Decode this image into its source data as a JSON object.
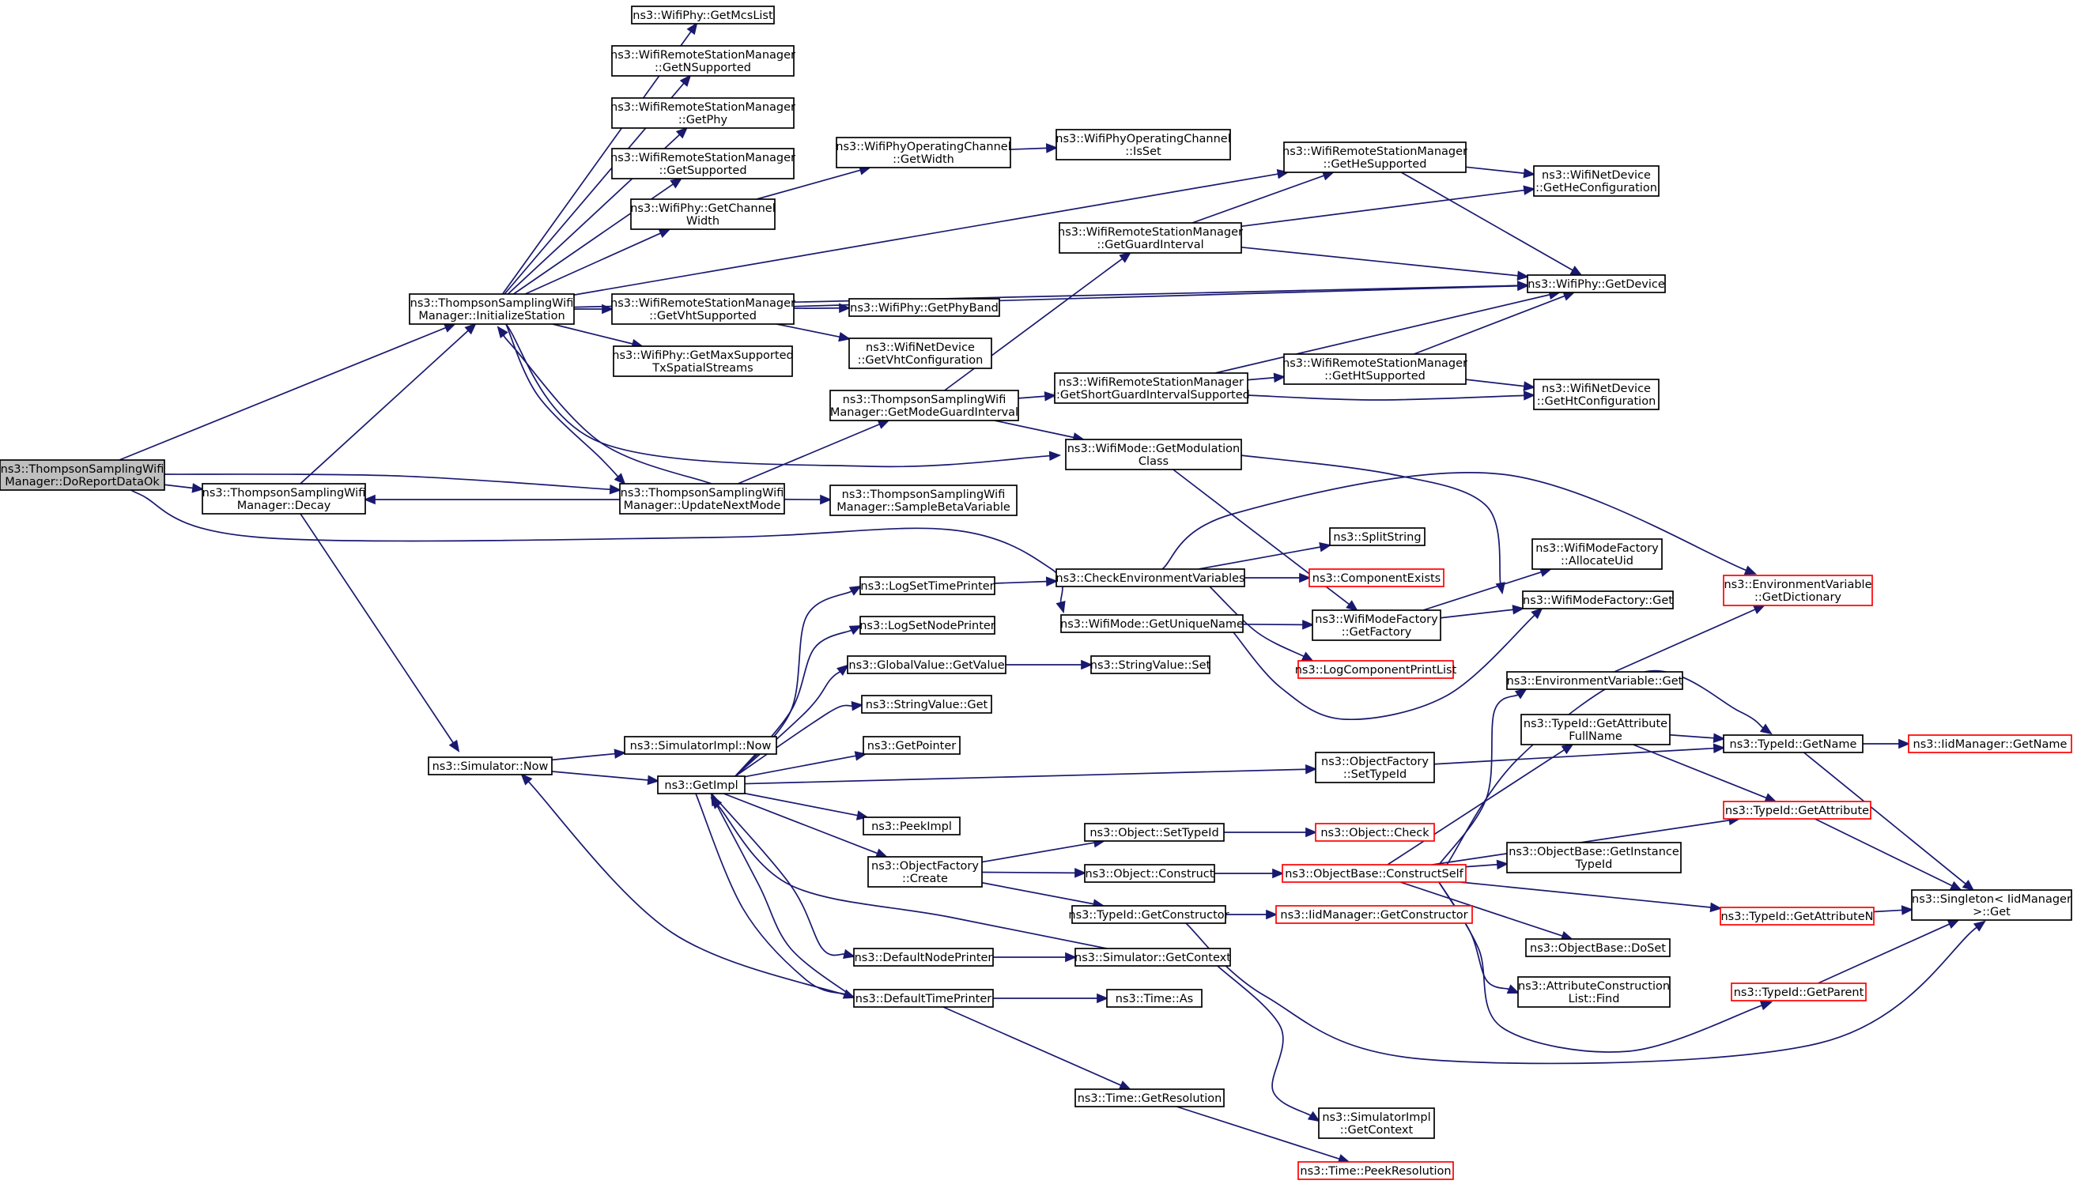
{
  "graph": {
    "colors": {
      "edge": "#191970",
      "node_border": "#000000",
      "node_border_truncated": "#ff0000",
      "root_fill": "#bfbfbf",
      "node_fill": "#ffffff"
    },
    "nodes": [
      {
        "id": "root",
        "lines": [
          "ns3::ThompsonSamplingWifi",
          "Manager::DoReportDataOk"
        ],
        "style": "root"
      },
      {
        "id": "initSta",
        "lines": [
          "ns3::ThompsonSamplingWifi",
          "Manager::InitializeStation"
        ]
      },
      {
        "id": "decay",
        "lines": [
          "ns3::ThompsonSamplingWifi",
          "Manager::Decay"
        ]
      },
      {
        "id": "updNext",
        "lines": [
          "ns3::ThompsonSamplingWifi",
          "Manager::UpdateNextMode"
        ]
      },
      {
        "id": "uniqName",
        "lines": [
          "ns3::WifiMode::GetUniqueName"
        ]
      },
      {
        "id": "mcsList",
        "lines": [
          "ns3::WifiPhy::GetMcsList"
        ]
      },
      {
        "id": "nSupp",
        "lines": [
          "ns3::WifiRemoteStationManager",
          "::GetNSupported"
        ]
      },
      {
        "id": "getPhy",
        "lines": [
          "ns3::WifiRemoteStationManager",
          "::GetPhy"
        ]
      },
      {
        "id": "getSupp",
        "lines": [
          "ns3::WifiRemoteStationManager",
          "::GetSupported"
        ]
      },
      {
        "id": "chWidth",
        "lines": [
          "ns3::WifiPhy::GetChannel",
          "Width"
        ]
      },
      {
        "id": "vhtSupp",
        "lines": [
          "ns3::WifiRemoteStationManager",
          "::GetVhtSupported"
        ]
      },
      {
        "id": "maxSS",
        "lines": [
          "ns3::WifiPhy::GetMaxSupported",
          "TxSpatialStreams"
        ]
      },
      {
        "id": "opChW",
        "lines": [
          "ns3::WifiPhyOperatingChannel",
          "::GetWidth"
        ]
      },
      {
        "id": "opChIsSet",
        "lines": [
          "ns3::WifiPhyOperatingChannel",
          "::IsSet"
        ]
      },
      {
        "id": "heSupp",
        "lines": [
          "ns3::WifiRemoteStationManager",
          "::GetHeSupported"
        ]
      },
      {
        "id": "heConf",
        "lines": [
          "ns3::WifiNetDevice",
          "::GetHeConfiguration"
        ]
      },
      {
        "id": "guardInt",
        "lines": [
          "ns3::WifiRemoteStationManager",
          "::GetGuardInterval"
        ]
      },
      {
        "id": "phyDev",
        "lines": [
          "ns3::WifiPhy::GetDevice"
        ]
      },
      {
        "id": "phyBand",
        "lines": [
          "ns3::WifiPhy::GetPhyBand"
        ]
      },
      {
        "id": "vhtConf",
        "lines": [
          "ns3::WifiNetDevice",
          "::GetVhtConfiguration"
        ]
      },
      {
        "id": "modeGI",
        "lines": [
          "ns3::ThompsonSamplingWifi",
          "Manager::GetModeGuardInterval"
        ]
      },
      {
        "id": "sgiSupp",
        "lines": [
          "ns3::WifiRemoteStationManager",
          "::GetShortGuardIntervalSupported"
        ]
      },
      {
        "id": "htSupp",
        "lines": [
          "ns3::WifiRemoteStationManager",
          "::GetHtSupported"
        ]
      },
      {
        "id": "htConf",
        "lines": [
          "ns3::WifiNetDevice",
          "::GetHtConfiguration"
        ]
      },
      {
        "id": "modClass",
        "lines": [
          "ns3::WifiMode::GetModulation",
          "Class"
        ]
      },
      {
        "id": "betaVar",
        "lines": [
          "ns3::ThompsonSamplingWifi",
          "Manager::SampleBetaVariable"
        ]
      },
      {
        "id": "splitStr",
        "lines": [
          "ns3::SplitString"
        ]
      },
      {
        "id": "checkEnv",
        "lines": [
          "ns3::CheckEnvironmentVariables"
        ]
      },
      {
        "id": "compExists",
        "lines": [
          "ns3::ComponentExists"
        ],
        "style": "red"
      },
      {
        "id": "allocUid",
        "lines": [
          "ns3::WifiModeFactory",
          "::AllocateUid"
        ]
      },
      {
        "id": "envDict",
        "lines": [
          "ns3::EnvironmentVariable",
          "::GetDictionary"
        ],
        "style": "red"
      },
      {
        "id": "logSetTime",
        "lines": [
          "ns3::LogSetTimePrinter"
        ]
      },
      {
        "id": "logSetNode",
        "lines": [
          "ns3::LogSetNodePrinter"
        ]
      },
      {
        "id": "factGet",
        "lines": [
          "ns3::WifiModeFactory::Get"
        ]
      },
      {
        "id": "getFactory",
        "lines": [
          "ns3::WifiModeFactory",
          "::GetFactory"
        ]
      },
      {
        "id": "gvGet",
        "lines": [
          "ns3::GlobalValue::GetValue"
        ]
      },
      {
        "id": "svSet",
        "lines": [
          "ns3::StringValue::Set"
        ]
      },
      {
        "id": "logCompPL",
        "lines": [
          "ns3::LogComponentPrintList"
        ],
        "style": "red"
      },
      {
        "id": "envGet",
        "lines": [
          "ns3::EnvironmentVariable::Get"
        ]
      },
      {
        "id": "svGet",
        "lines": [
          "ns3::StringValue::Get"
        ]
      },
      {
        "id": "getPtr",
        "lines": [
          "ns3::GetPointer"
        ]
      },
      {
        "id": "simImplNow",
        "lines": [
          "ns3::SimulatorImpl::Now"
        ]
      },
      {
        "id": "typeIdName",
        "lines": [
          "ns3::TypeId::GetName"
        ]
      },
      {
        "id": "iidName",
        "lines": [
          "ns3::IidManager::GetName"
        ],
        "style": "red"
      },
      {
        "id": "simNow",
        "lines": [
          "ns3::Simulator::Now"
        ]
      },
      {
        "id": "getImpl",
        "lines": [
          "ns3::GetImpl"
        ]
      },
      {
        "id": "ofSetTypeId",
        "lines": [
          "ns3::ObjectFactory",
          "::SetTypeId"
        ]
      },
      {
        "id": "attrFullName",
        "lines": [
          "ns3::TypeId::GetAttribute",
          "FullName"
        ]
      },
      {
        "id": "getAttr",
        "lines": [
          "ns3::TypeId::GetAttribute"
        ],
        "style": "red"
      },
      {
        "id": "peekImpl",
        "lines": [
          "ns3::PeekImpl"
        ]
      },
      {
        "id": "objSetTypeId",
        "lines": [
          "ns3::Object::SetTypeId"
        ]
      },
      {
        "id": "objCheck",
        "lines": [
          "ns3::Object::Check"
        ],
        "style": "red"
      },
      {
        "id": "ofCreate",
        "lines": [
          "ns3::ObjectFactory",
          "::Create"
        ]
      },
      {
        "id": "objConstruct",
        "lines": [
          "ns3::Object::Construct"
        ]
      },
      {
        "id": "constructSelf",
        "lines": [
          "ns3::ObjectBase::ConstructSelf"
        ],
        "style": "red"
      },
      {
        "id": "getInstTid",
        "lines": [
          "ns3::ObjectBase::GetInstance",
          "TypeId"
        ]
      },
      {
        "id": "getAttrN",
        "lines": [
          "ns3::TypeId::GetAttributeN"
        ],
        "style": "red"
      },
      {
        "id": "singletonGet",
        "lines": [
          "ns3::Singleton< IidManager",
          " >::Get"
        ]
      },
      {
        "id": "getCtor",
        "lines": [
          "ns3::TypeId::GetConstructor"
        ]
      },
      {
        "id": "iidCtor",
        "lines": [
          "ns3::IidManager::GetConstructor"
        ],
        "style": "red"
      },
      {
        "id": "doSet",
        "lines": [
          "ns3::ObjectBase::DoSet"
        ]
      },
      {
        "id": "defNodePr",
        "lines": [
          "ns3::DefaultNodePrinter"
        ]
      },
      {
        "id": "simGetCtx",
        "lines": [
          "ns3::Simulator::GetContext"
        ]
      },
      {
        "id": "getParent",
        "lines": [
          "ns3::TypeId::GetParent"
        ],
        "style": "red"
      },
      {
        "id": "acListFind",
        "lines": [
          "ns3::AttributeConstruction",
          "List::Find"
        ]
      },
      {
        "id": "defTimePr",
        "lines": [
          "ns3::DefaultTimePrinter"
        ]
      },
      {
        "id": "timeAs",
        "lines": [
          "ns3::Time::As"
        ]
      },
      {
        "id": "timeRes",
        "lines": [
          "ns3::Time::GetResolution"
        ]
      },
      {
        "id": "simImplCtx",
        "lines": [
          "ns3::SimulatorImpl",
          "::GetContext"
        ]
      },
      {
        "id": "peekRes",
        "lines": [
          "ns3::Time::PeekResolution"
        ],
        "style": "red"
      }
    ],
    "edges": [
      [
        "root",
        "initSta"
      ],
      [
        "root",
        "decay"
      ],
      [
        "root",
        "updNext"
      ],
      [
        "root",
        "uniqName"
      ],
      [
        "initSta",
        "mcsList"
      ],
      [
        "initSta",
        "nSupp"
      ],
      [
        "initSta",
        "getPhy"
      ],
      [
        "initSta",
        "getSupp"
      ],
      [
        "initSta",
        "chWidth"
      ],
      [
        "initSta",
        "heSupp"
      ],
      [
        "initSta",
        "phyDev"
      ],
      [
        "initSta",
        "vhtSupp"
      ],
      [
        "initSta",
        "maxSS"
      ],
      [
        "initSta",
        "modClass"
      ],
      [
        "initSta",
        "updNext"
      ],
      [
        "decay",
        "initSta"
      ],
      [
        "decay",
        "simNow"
      ],
      [
        "updNext",
        "initSta"
      ],
      [
        "updNext",
        "decay"
      ],
      [
        "updNext",
        "modeGI"
      ],
      [
        "updNext",
        "betaVar"
      ],
      [
        "chWidth",
        "opChW"
      ],
      [
        "opChW",
        "opChIsSet"
      ],
      [
        "heSupp",
        "heConf"
      ],
      [
        "heSupp",
        "phyDev"
      ],
      [
        "guardInt",
        "heSupp"
      ],
      [
        "guardInt",
        "heConf"
      ],
      [
        "guardInt",
        "phyDev"
      ],
      [
        "vhtSupp",
        "phyDev"
      ],
      [
        "vhtSupp",
        "phyBand"
      ],
      [
        "vhtSupp",
        "vhtConf"
      ],
      [
        "modeGI",
        "guardInt"
      ],
      [
        "modeGI",
        "sgiSupp"
      ],
      [
        "modeGI",
        "modClass"
      ],
      [
        "sgiSupp",
        "htSupp"
      ],
      [
        "sgiSupp",
        "phyDev"
      ],
      [
        "sgiSupp",
        "htConf"
      ],
      [
        "htSupp",
        "phyDev"
      ],
      [
        "htSupp",
        "htConf"
      ],
      [
        "modClass",
        "getFactory"
      ],
      [
        "modClass",
        "factGet"
      ],
      [
        "uniqName",
        "getFactory"
      ],
      [
        "uniqName",
        "factGet"
      ],
      [
        "getFactory",
        "allocUid"
      ],
      [
        "getFactory",
        "factGet"
      ],
      [
        "logSetTime",
        "checkEnv"
      ],
      [
        "checkEnv",
        "splitStr"
      ],
      [
        "checkEnv",
        "compExists"
      ],
      [
        "checkEnv",
        "envDict"
      ],
      [
        "checkEnv",
        "logCompPL"
      ],
      [
        "gvGet",
        "svSet"
      ],
      [
        "envGet",
        "envDict"
      ],
      [
        "simNow",
        "simImplNow"
      ],
      [
        "simNow",
        "getImpl"
      ],
      [
        "getImpl",
        "logSetTime"
      ],
      [
        "getImpl",
        "logSetNode"
      ],
      [
        "getImpl",
        "gvGet"
      ],
      [
        "getImpl",
        "svGet"
      ],
      [
        "getImpl",
        "getPtr"
      ],
      [
        "getImpl",
        "ofSetTypeId"
      ],
      [
        "getImpl",
        "peekImpl"
      ],
      [
        "getImpl",
        "ofCreate"
      ],
      [
        "getImpl",
        "defNodePr"
      ],
      [
        "getImpl",
        "defTimePr"
      ],
      [
        "ofSetTypeId",
        "typeIdName"
      ],
      [
        "ofCreate",
        "objSetTypeId"
      ],
      [
        "ofCreate",
        "objConstruct"
      ],
      [
        "ofCreate",
        "getCtor"
      ],
      [
        "objSetTypeId",
        "objCheck"
      ],
      [
        "objConstruct",
        "constructSelf"
      ],
      [
        "constructSelf",
        "envGet"
      ],
      [
        "constructSelf",
        "typeIdName"
      ],
      [
        "constructSelf",
        "attrFullName"
      ],
      [
        "constructSelf",
        "getAttr"
      ],
      [
        "constructSelf",
        "getInstTid"
      ],
      [
        "constructSelf",
        "getAttrN"
      ],
      [
        "constructSelf",
        "doSet"
      ],
      [
        "constructSelf",
        "acListFind"
      ],
      [
        "constructSelf",
        "getParent"
      ],
      [
        "attrFullName",
        "typeIdName"
      ],
      [
        "attrFullName",
        "getAttr"
      ],
      [
        "typeIdName",
        "iidName"
      ],
      [
        "typeIdName",
        "singletonGet"
      ],
      [
        "getAttr",
        "singletonGet"
      ],
      [
        "getAttrN",
        "singletonGet"
      ],
      [
        "getParent",
        "singletonGet"
      ],
      [
        "getCtor",
        "iidCtor"
      ],
      [
        "getCtor",
        "singletonGet"
      ],
      [
        "defNodePr",
        "simGetCtx"
      ],
      [
        "simGetCtx",
        "getImpl"
      ],
      [
        "simGetCtx",
        "simImplCtx"
      ],
      [
        "defTimePr",
        "simNow"
      ],
      [
        "defTimePr",
        "getImpl"
      ],
      [
        "defTimePr",
        "timeAs"
      ],
      [
        "defTimePr",
        "timeRes"
      ],
      [
        "timeRes",
        "peekRes"
      ]
    ]
  }
}
